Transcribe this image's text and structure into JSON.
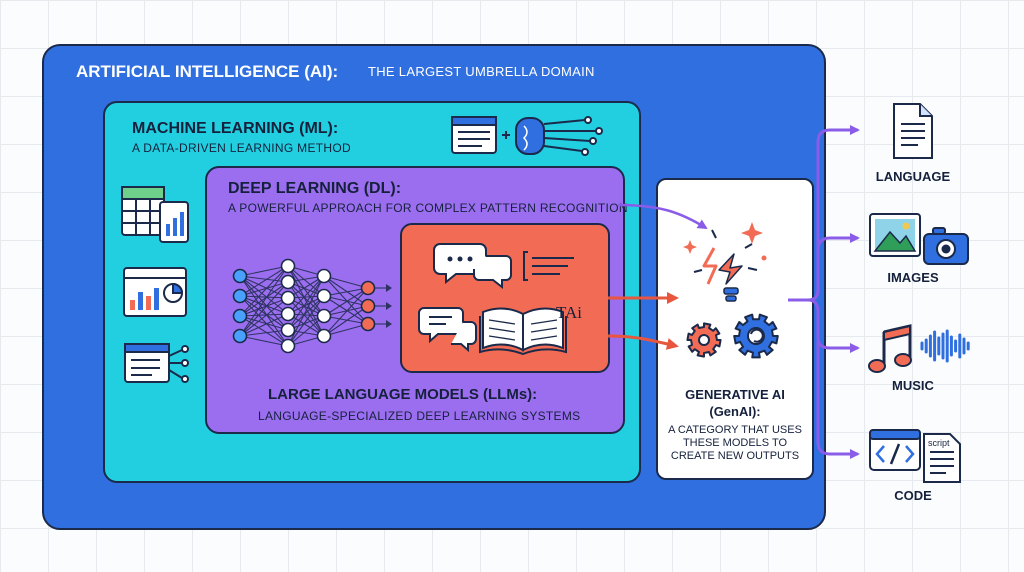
{
  "ai": {
    "title": "ARTIFICIAL INTELLIGENCE (AI):",
    "subtitle": "THE LARGEST UMBRELLA DOMAIN"
  },
  "ml": {
    "title": "MACHINE LEARNING (ML):",
    "subtitle": "A DATA-DRIVEN LEARNING METHOD"
  },
  "dl": {
    "title": "DEEP LEARNING (DL):",
    "subtitle": "A POWERFUL APPROACH FOR COMPLEX PATTERN RECOGNITION"
  },
  "llm": {
    "title": "LARGE LANGUAGE MODELS (LLMs):",
    "subtitle": "LANGUAGE-SPECIALIZED DEEP LEARNING SYSTEMS",
    "book_text": "TAi"
  },
  "genai": {
    "title": "GENERATIVE AI",
    "abbr": "(GenAI):",
    "description": "A CATEGORY THAT USES THESE MODELS TO CREATE NEW OUTPUTS"
  },
  "outputs": [
    {
      "label": "LANGUAGE",
      "icon": "document-icon"
    },
    {
      "label": "IMAGES",
      "icon": "image-camera-icon"
    },
    {
      "label": "MUSIC",
      "icon": "music-note-icon"
    },
    {
      "label": "CODE",
      "icon": "code-script-icon"
    }
  ],
  "code_icon": {
    "script_label": "script"
  },
  "colors": {
    "ai": "#2f6fe0",
    "ml": "#22cfe0",
    "dl": "#9b6ef0",
    "llm": "#f26c55",
    "genai": "#ffffff",
    "outline": "#1b2a4a",
    "arrow_purple": "#9b6ef0",
    "arrow_orange": "#f26c55"
  }
}
